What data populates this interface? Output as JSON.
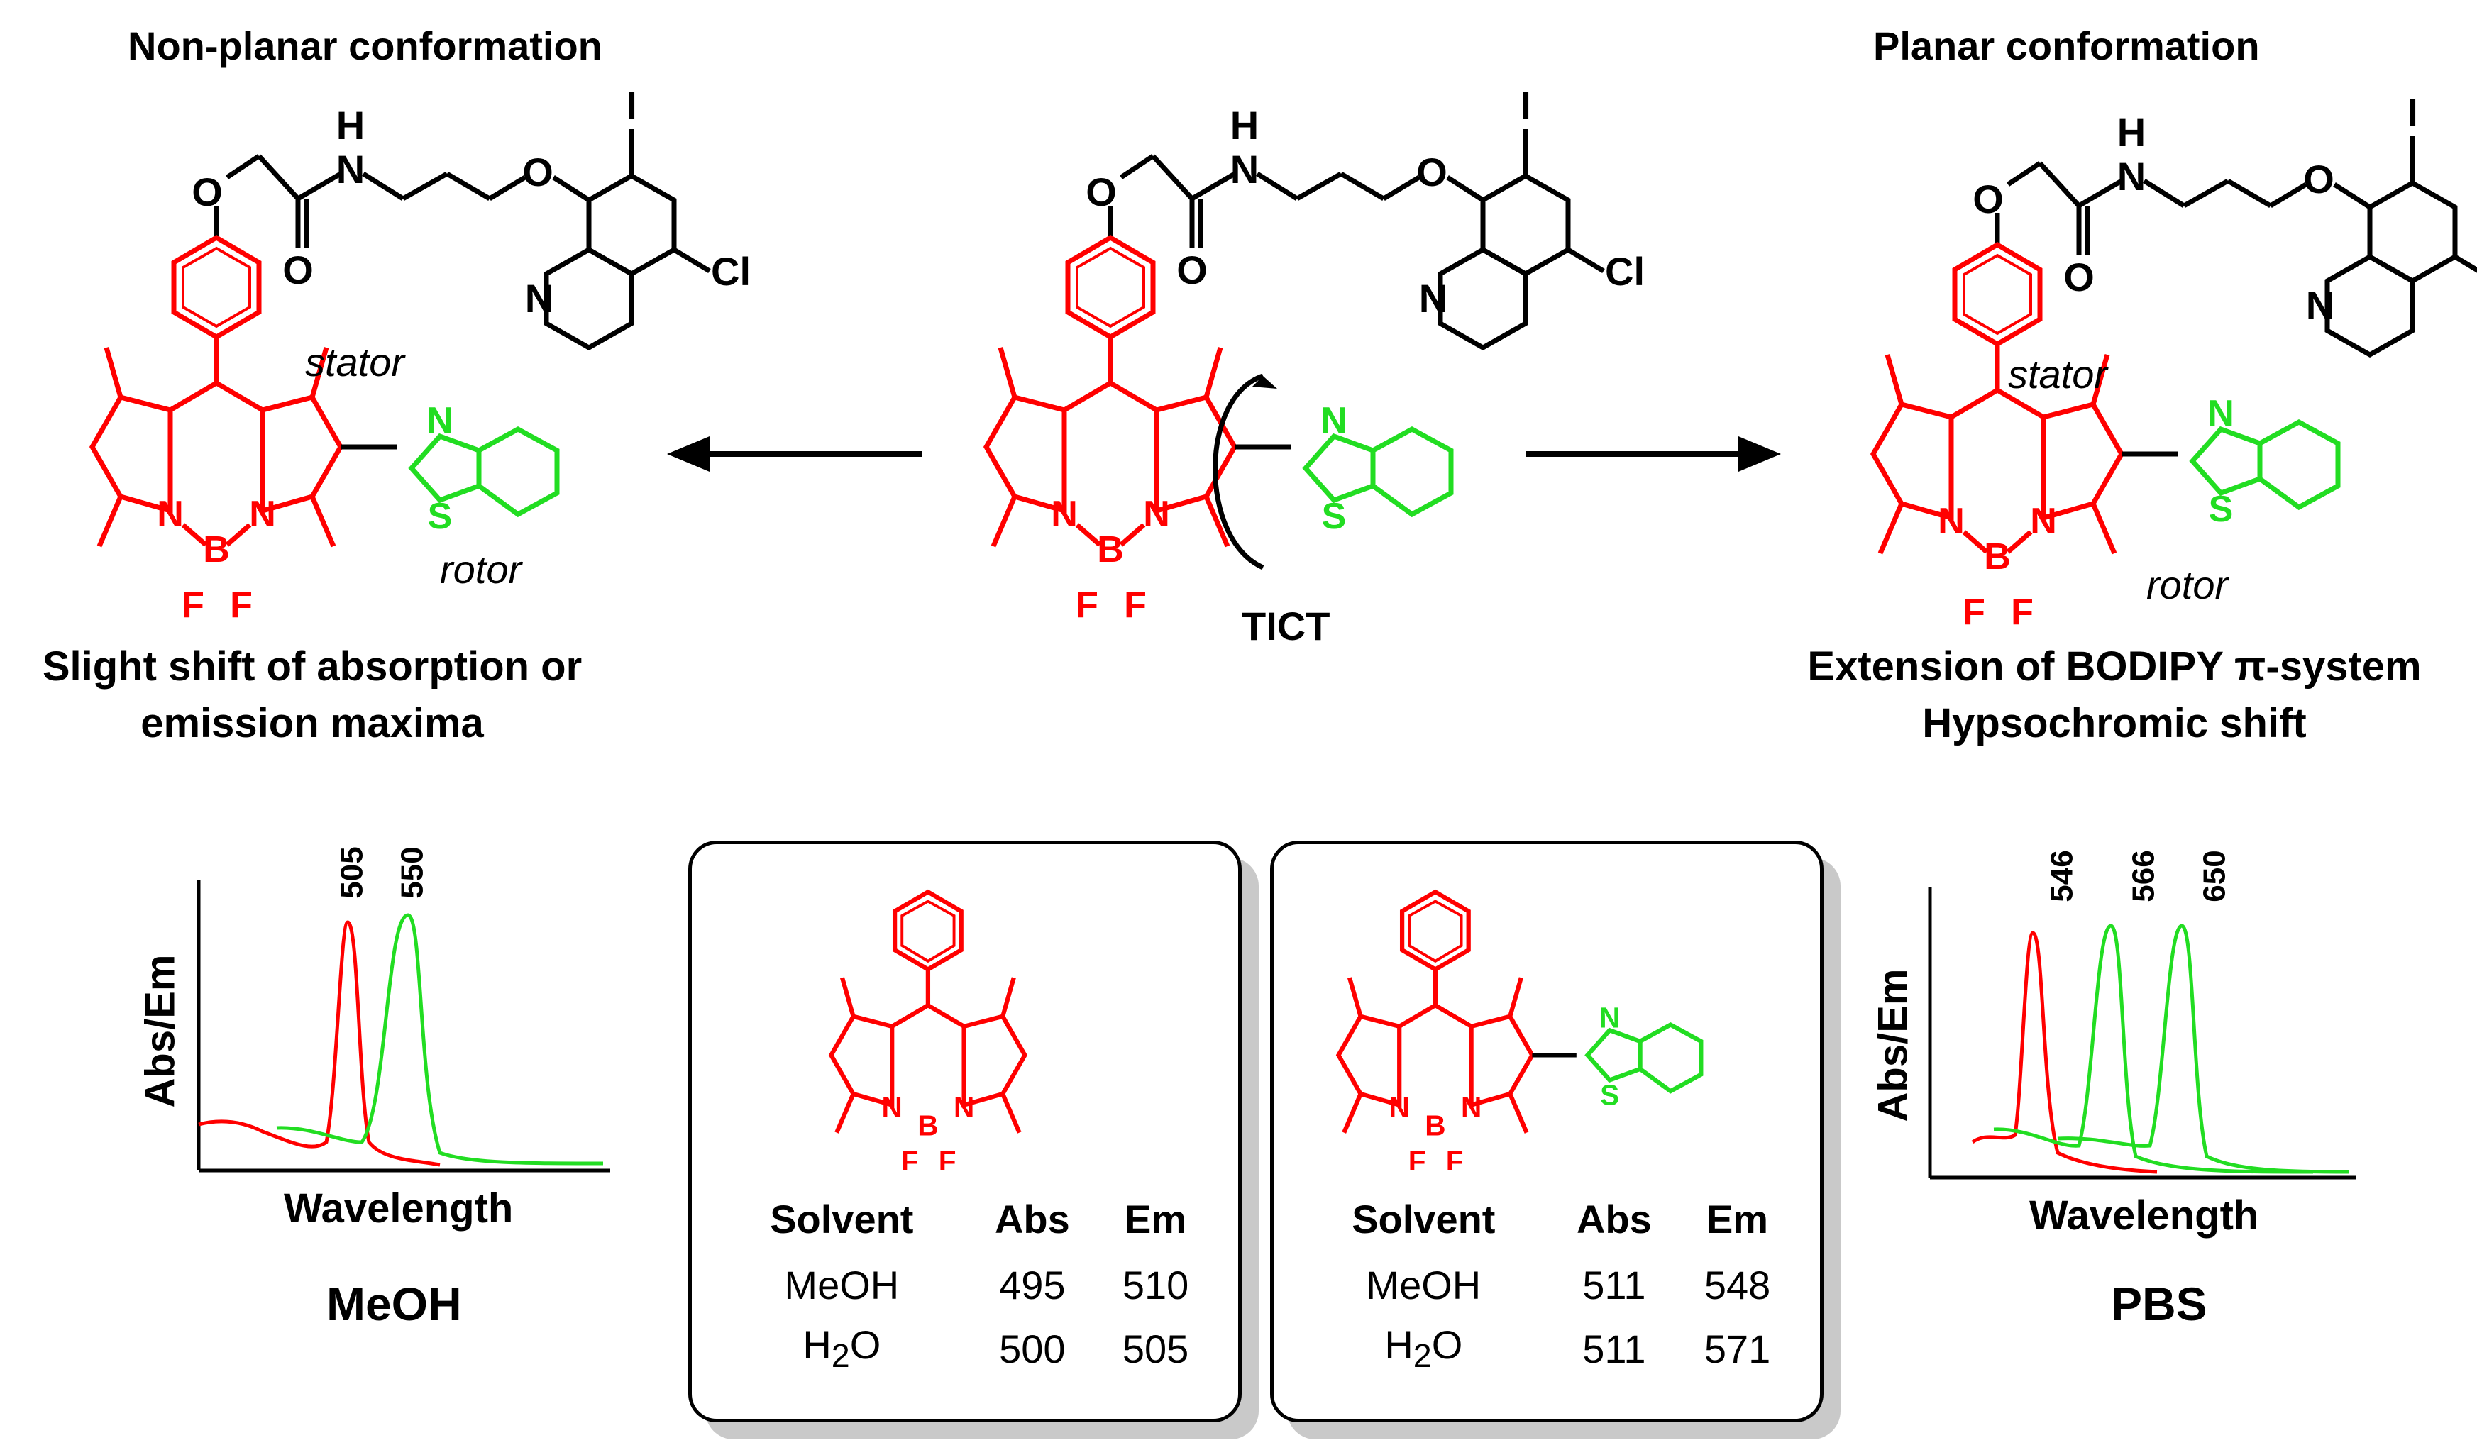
{
  "left": {
    "heading": "Non-planar conformation",
    "stator_label": "stator",
    "rotor_label": "rotor",
    "caption_line1": "Slight shift of absorption or",
    "caption_line2": "emission maxima"
  },
  "center": {
    "label": "TICT"
  },
  "right": {
    "heading": "Planar conformation",
    "stator_label": "stator",
    "rotor_label": "rotor",
    "caption_line1": "Extension of BODIPY π-system",
    "caption_line2": "Hypsochromic shift"
  },
  "atoms": {
    "N": "N",
    "B": "B",
    "F": "F",
    "S": "S",
    "O": "O",
    "H": "H",
    "I": "I",
    "Cl": "Cl"
  },
  "spectrum_left": {
    "y_label": "Abs/Em",
    "x_label": "Wavelength",
    "solvent": "MeOH",
    "peaks": [
      "505",
      "550"
    ]
  },
  "spectrum_right": {
    "y_label": "Abs/Em",
    "x_label": "Wavelength",
    "solvent": "PBS",
    "peaks": [
      "546",
      "566",
      "650"
    ]
  },
  "table_left": {
    "headers": [
      "Solvent",
      "Abs",
      "Em"
    ],
    "rows": [
      [
        "MeOH",
        "495",
        "510"
      ],
      [
        "H2O",
        "500",
        "505"
      ]
    ]
  },
  "table_right": {
    "headers": [
      "Solvent",
      "Abs",
      "Em"
    ],
    "rows": [
      [
        "MeOH",
        "511",
        "548"
      ],
      [
        "H2O",
        "511",
        "571"
      ]
    ]
  },
  "colors": {
    "bodipy": "#ff0000",
    "benzothiazole": "#22dd22",
    "linker": "#000000",
    "shadow": "#c9c9c9"
  }
}
